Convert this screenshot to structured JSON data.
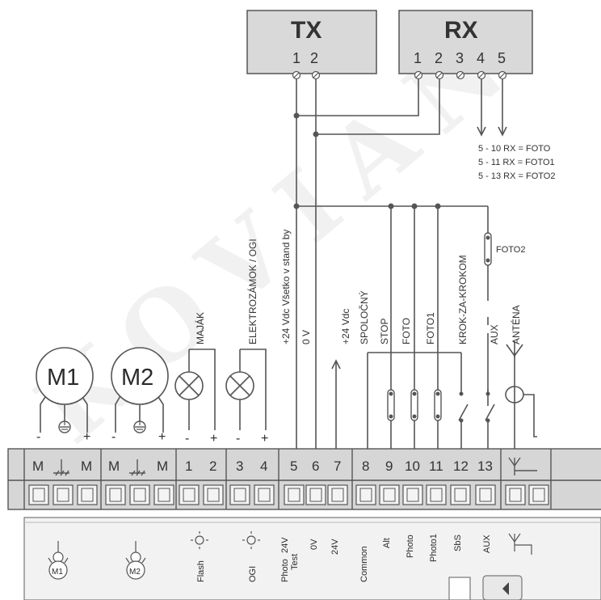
{
  "tx": {
    "title": "TX",
    "pins": [
      "1",
      "2"
    ]
  },
  "rx": {
    "title": "RX",
    "pins": [
      "1",
      "2",
      "3",
      "4",
      "5"
    ]
  },
  "rx_notes": [
    "5 - 10  RX = FOTO",
    "5 - 11  RX = FOTO1",
    "5 - 13  RX = FOTO2"
  ],
  "wire_labels": {
    "majak": "MAJÁK",
    "elektrozamok": "ELEKTROZÁMOK / OGI",
    "plus24_standby": "+24 Vdc Všetko v stand by",
    "zero_v": "0 V",
    "plus24": "+24 Vdc",
    "spolocny": "SPOLOČNÝ",
    "stop": "STOP",
    "foto": "FOTO",
    "foto1": "FOTO1",
    "krok": "KROK-ZA-KROKOM",
    "aux": "AUX",
    "antena": "ANTÉNA",
    "foto2": "FOTO2"
  },
  "motors": {
    "m1": "M1",
    "m2": "M2"
  },
  "polarity": {
    "minus": "-",
    "plus": "+"
  },
  "terminals": [
    "M",
    "M",
    "M",
    "M",
    "1",
    "2",
    "3",
    "4",
    "5",
    "6",
    "7",
    "8",
    "9",
    "10",
    "11",
    "12",
    "13"
  ],
  "bottom_labels": {
    "m1": "M1",
    "m2": "M2",
    "flash": "Flash",
    "ogi": "OGI",
    "photo_test_1": "Photo",
    "photo_test_2": "Test",
    "photo_test_v": "24V",
    "zero_v": "0V",
    "v24": "24V",
    "common": "Common",
    "alt": "Alt",
    "photo": "Photo",
    "photo1": "Photo1",
    "sbs": "SbS",
    "aux": "AUX"
  },
  "watermark": "KOVIAN",
  "colors": {
    "wire": "#555555",
    "box_fill": "#d9d9d9",
    "strip_fill": "#d6d6d6",
    "terminal_fill": "#f4f4f4"
  },
  "icons": [
    "lamp-icon",
    "antenna-icon",
    "ground-icon",
    "motor-icon",
    "switch-icon",
    "screw-icon"
  ]
}
